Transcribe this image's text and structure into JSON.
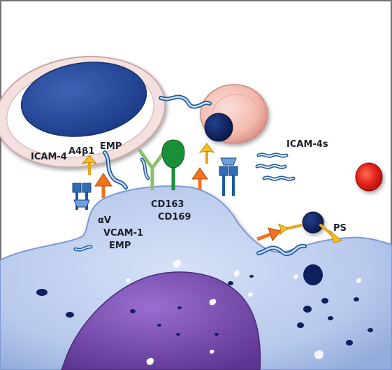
{
  "labels": {
    "erythroblast_adhesion": [
      "ICAM-4",
      "A4β1",
      "EMP"
    ],
    "macrophage_adhesion": [
      "αV",
      "VCAM-1",
      "EMP"
    ],
    "scavenger_receptors": [
      "CD163",
      "CD169"
    ],
    "soluble_icam": "ICAM-4s",
    "phosphatidylserine": "PS"
  },
  "colors": {
    "macrophage": "#b8c9ec",
    "macrophage_outline": "#8aa3d6",
    "nucleus_purple": "#7a4fb4",
    "erythroblast_ring": "#f4e1df",
    "erythroblast_nucleus": "#2a4a9a",
    "reticulocyte_pink": "#f2b9ad",
    "pyrenocyte_navy": "#0d1f5c",
    "red_cell": "#e4241b",
    "receptor_blue": "#2f6db5",
    "receptor_orange": "#f07320",
    "receptor_yellow": "#f3c020",
    "receptor_green_light": "#8dbf6a",
    "receptor_green_dark": "#1a8f3a"
  }
}
